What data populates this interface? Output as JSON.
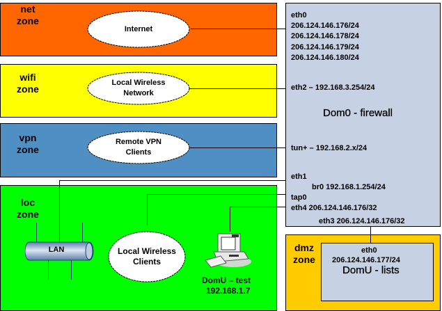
{
  "colors": {
    "net": "#ff6600",
    "wifi": "#ffff00",
    "vpn": "#4f8fc4",
    "loc": "#00ff00",
    "dmz": "#ffcc00",
    "host": "#c6d2e4"
  },
  "zones": {
    "net": {
      "label": "net\nzone",
      "cloud": "Internet"
    },
    "wifi": {
      "label": "wifi\nzone",
      "cloud": "Local Wireless\nNetwork"
    },
    "vpn": {
      "label": "vpn\nzone",
      "cloud": "Remote VPN\nClients"
    },
    "loc": {
      "label": "loc\nzone",
      "lan": "LAN",
      "cloud": "Local Wireless\nClients",
      "pc_name": "DomU – test",
      "pc_ip": "192.168.1.7"
    },
    "dmz": {
      "label": "dmz\nzone"
    }
  },
  "firewall": {
    "title": "Dom0 - firewall",
    "eth0_label": "eth0",
    "eth0_ips": [
      "206.124.146.176/24",
      "206.124.146.178/24",
      "206.124.146.179/24",
      "206.124.146.180/24"
    ],
    "eth2": "eth2 – 192.168.3.254/24",
    "tun": "tun+ – 192.168.2.x/24",
    "eth1": "eth1",
    "br0": "br0 192.168.1.254/24",
    "tap0": "tap0",
    "eth4": "eth4 206.124.146.176/32",
    "eth3": "eth3 206.124.146.176/32"
  },
  "lists": {
    "iface": "eth0",
    "ip": "206.124.146.177/24",
    "title": "DomU - lists"
  }
}
